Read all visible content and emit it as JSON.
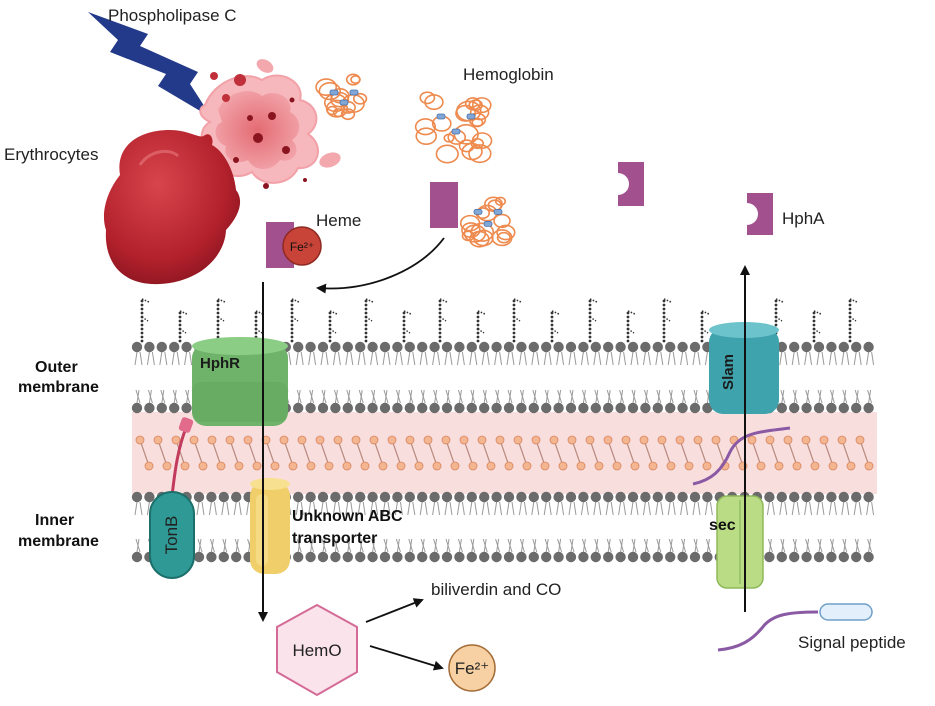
{
  "labels": {
    "phospholipase": "Phospholipase C",
    "erythrocytes": "Erythrocytes",
    "hemoglobin": "Hemoglobin",
    "heme": "Heme",
    "hpha": "HphA",
    "fe2_heme": "Fe²⁺",
    "outer_membrane_l1": "Outer",
    "outer_membrane_l2": "membrane",
    "inner_membrane_l1": "Inner",
    "inner_membrane_l2": "membrane",
    "hphr": "HphR",
    "slam": "Slam",
    "tonb": "TonB",
    "abc_l1": "Unknown ABC",
    "abc_l2": "transporter",
    "sec": "sec",
    "hemo": "HemO",
    "biliverdin": "biliverdin and CO",
    "fe2": "Fe²⁺",
    "signal_peptide": "Signal peptide"
  },
  "colors": {
    "lipid_head": "#6b6b6b",
    "periplasm": "#f9dede",
    "hphr": "#6fb36a",
    "slam": "#3fa3ad",
    "tonb": "#2f9a95",
    "abc": "#f0cf6a",
    "sec": "#b9dc84",
    "hpha": "#a3508f",
    "erythrocyte": "#b3212c",
    "hemo_fill": "#fbe3ec",
    "hemo_stroke": "#d46b96",
    "fe_heme": "#c84338",
    "fe_free": "#f7d0a3",
    "hemoglobin": "#ee8a4e",
    "bolt": "#233a8a",
    "signal_peptide": "#8b5aa4"
  }
}
